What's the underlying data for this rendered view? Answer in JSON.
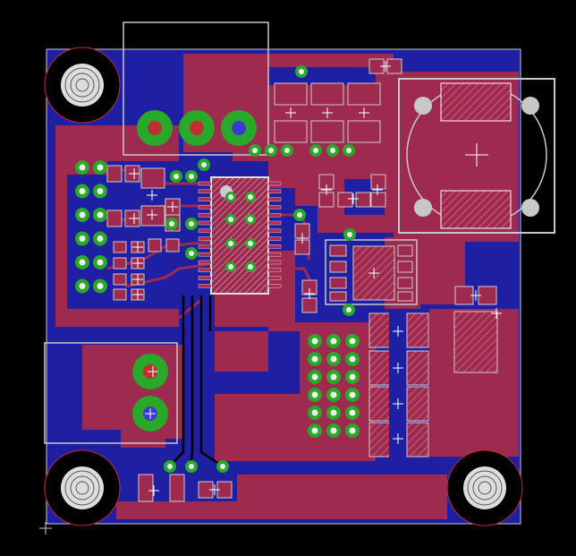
{
  "view": {
    "kind": "pcb-layout-editor",
    "background": "#000000",
    "layers": [
      {
        "name": "bottom-copper",
        "color": "#1f1fa3"
      },
      {
        "name": "top-copper",
        "color": "#9e2a4f"
      },
      {
        "name": "pads-vias",
        "color": "#29a829"
      },
      {
        "name": "silkscreen",
        "color": "#c8c8c8"
      },
      {
        "name": "dimension",
        "color": "#b0b0b0"
      }
    ]
  },
  "components": [
    {
      "ref": "mounting-hole",
      "count": 4
    },
    {
      "ref": "power-inductor",
      "count": 1
    },
    {
      "ref": "ic-tssop",
      "count": 1
    },
    {
      "ref": "ic-sot",
      "count": 1
    },
    {
      "ref": "screw-terminal-3pin",
      "count": 1
    },
    {
      "ref": "screw-terminal-2pin",
      "count": 1
    },
    {
      "ref": "pin-header-2x6",
      "count": 1
    },
    {
      "ref": "pin-header-2x6-right",
      "count": 1
    }
  ]
}
